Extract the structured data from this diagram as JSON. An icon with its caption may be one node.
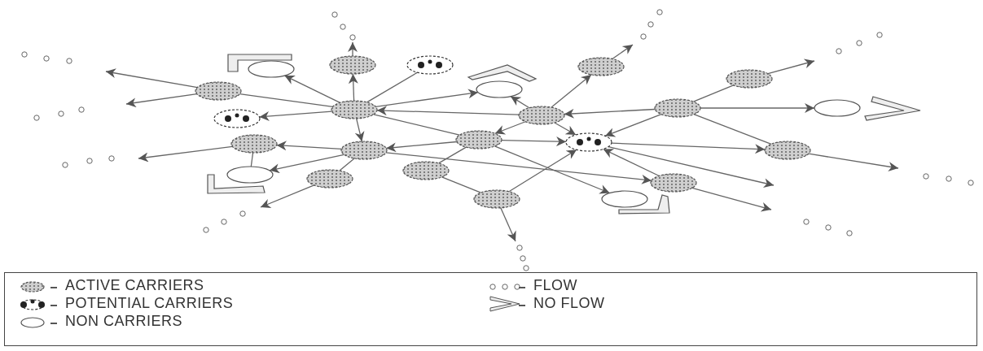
{
  "diagram": {
    "nodes": [
      {
        "text": [],
        "shape": "hatched-ellipse"
      },
      {
        "text": [],
        "shape": "ellipse"
      },
      {
        "text": [],
        "shape": "spotted-ellipse"
      },
      {
        "text": [],
        "shape": "hatched-ellipse"
      },
      {
        "text": [],
        "shape": "hatched-ellipse"
      },
      {
        "text": [],
        "shape": "hatched-ellipse"
      },
      {
        "text": [],
        "shape": "ellipse"
      },
      {
        "text": [],
        "shape": "hatched-ellipse"
      },
      {
        "text": [],
        "shape": "ellipse"
      },
      {
        "text": [],
        "shape": "hatched-ellipse"
      },
      {
        "text": [],
        "shape": "hatched-ellipse"
      },
      {
        "text": [],
        "shape": "spotted-ellipse"
      },
      {
        "text": [],
        "shape": "hatched-ellipse"
      },
      {
        "text": [],
        "shape": "spotted-ellipse"
      },
      {
        "text": [],
        "shape": "hatched-ellipse"
      },
      {
        "text": [],
        "shape": "hatched-ellipse"
      },
      {
        "text": [],
        "shape": "hatched-ellipse"
      },
      {
        "text": [],
        "shape": "hatched-ellipse"
      },
      {
        "text": [],
        "shape": "ellipse"
      },
      {
        "text": [],
        "shape": "hatched-ellipse"
      },
      {
        "text": [],
        "shape": "hatched-ellipse"
      },
      {
        "text": [],
        "shape": "hatched-ellipse"
      },
      {
        "text": [],
        "shape": "ellipse"
      }
    ],
    "edges": [
      {
        "from": 9,
        "to": 0,
        "arrow": "to"
      },
      {
        "from": 0,
        "to": null,
        "arrow": "to"
      },
      {
        "from": 9,
        "to": 1,
        "arrow": "to"
      },
      {
        "from": 9,
        "to": 2,
        "arrow": "none"
      },
      {
        "from": 9,
        "to": 6,
        "arrow": "to"
      },
      {
        "from": 10,
        "to": 9,
        "arrow": "to"
      },
      {
        "from": 9,
        "to": 15,
        "arrow": "to"
      },
      {
        "from": 9,
        "to": 12,
        "arrow": "none"
      },
      {
        "from": 12,
        "to": 15,
        "arrow": "to"
      },
      {
        "from": 12,
        "to": 13,
        "arrow": "to"
      },
      {
        "from": 12,
        "to": 17,
        "arrow": "none"
      },
      {
        "from": 12,
        "to": 22,
        "arrow": "to"
      },
      {
        "from": 17,
        "to": 21,
        "arrow": "none"
      },
      {
        "from": 21,
        "to": 13,
        "arrow": "to"
      },
      {
        "from": 21,
        "to": null,
        "arrow": "to"
      },
      {
        "from": 15,
        "to": 19,
        "arrow": "none"
      },
      {
        "from": 15,
        "to": 20,
        "arrow": "to"
      },
      {
        "from": 10,
        "to": 6,
        "arrow": "to"
      },
      {
        "from": 10,
        "to": 3,
        "arrow": "to"
      },
      {
        "from": 3,
        "to": null,
        "arrow": "to"
      },
      {
        "from": 10,
        "to": 12,
        "arrow": "to"
      },
      {
        "from": 10,
        "to": 13,
        "arrow": "to"
      },
      {
        "from": 7,
        "to": 10,
        "arrow": "to"
      },
      {
        "from": 7,
        "to": 13,
        "arrow": "to"
      },
      {
        "from": 13,
        "to": 16,
        "arrow": "to"
      },
      {
        "from": 13,
        "to": null,
        "arrow": "to"
      },
      {
        "from": 20,
        "to": 13,
        "arrow": "to"
      },
      {
        "from": 20,
        "to": null,
        "arrow": "to"
      },
      {
        "from": 16,
        "to": null,
        "arrow": "to"
      },
      {
        "from": 7,
        "to": 16,
        "arrow": "none"
      },
      {
        "from": 7,
        "to": 8,
        "arrow": "to"
      },
      {
        "from": 7,
        "to": 4,
        "arrow": "none"
      },
      {
        "from": 4,
        "to": null,
        "arrow": "to"
      },
      {
        "from": 9,
        "to": 5,
        "arrow": "none"
      },
      {
        "from": 9,
        "to": 11,
        "arrow": "to"
      },
      {
        "from": 15,
        "to": 14,
        "arrow": "to"
      },
      {
        "from": 15,
        "to": 18,
        "arrow": "to"
      },
      {
        "from": 14,
        "to": 18,
        "arrow": "none"
      },
      {
        "from": 14,
        "to": null,
        "arrow": "to"
      },
      {
        "from": 19,
        "to": null,
        "arrow": "to"
      },
      {
        "from": 5,
        "to": null,
        "arrow": "to"
      },
      {
        "from": 5,
        "to": null,
        "arrow": "to"
      }
    ],
    "legend": [
      {
        "text": "ACTIVE CARRIERS"
      },
      {
        "text": "FLOW"
      },
      {
        "text": "POTENTIAL CARRIERS"
      },
      {
        "text": "NO FLOW"
      },
      {
        "text": "NON CARRIERS"
      }
    ]
  }
}
